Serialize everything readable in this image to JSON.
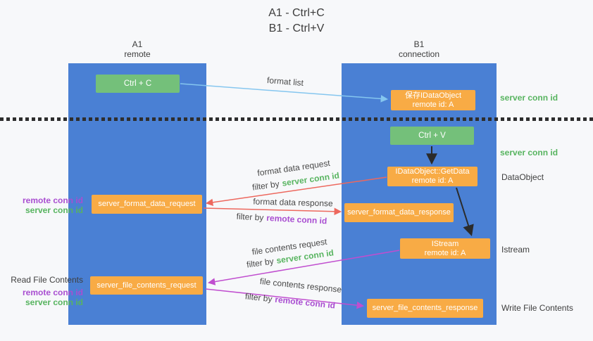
{
  "title": {
    "line1": "A1 - Ctrl+C",
    "line2": "B1 - Ctrl+V"
  },
  "lifelines": {
    "left": {
      "name": "A1",
      "role": "remote"
    },
    "right": {
      "name": "B1",
      "role": "connection"
    }
  },
  "nodes": {
    "ctrl_c": {
      "label": "Ctrl + C"
    },
    "ctrl_v": {
      "label": "Ctrl + V"
    },
    "save_dataobject": {
      "line1": "保存IDataObject",
      "line2": "remote id: A"
    },
    "getdata": {
      "line1": "IDataObject::GetData",
      "line2": "remote id: A"
    },
    "istream": {
      "line1": "IStream",
      "line2": "remote id: A"
    },
    "format_request": {
      "label": "server_format_data_request"
    },
    "format_response": {
      "label": "server_format_data_response"
    },
    "file_request": {
      "label": "server_file_contents_request"
    },
    "file_response": {
      "label": "server_file_contents_response"
    }
  },
  "arrows": {
    "format_list": {
      "label": "format list"
    },
    "format_data_request": {
      "label": "format data request",
      "filter_prefix": "filter by",
      "filter_key": "server conn id"
    },
    "format_data_response": {
      "label": "format data response",
      "filter_prefix": "filter by",
      "filter_key": "remote conn id"
    },
    "file_contents_request": {
      "label": "file contents request",
      "filter_prefix": "filter by",
      "filter_key": "server conn id"
    },
    "file_contents_response": {
      "label": "file contents response",
      "filter_prefix": "filter by",
      "filter_key": "remote conn id"
    }
  },
  "side_labels": {
    "server_conn_id_top": "server conn id",
    "server_conn_id_mid": "server conn id",
    "dataobject": "DataObject",
    "istream": "Istream",
    "write_file_contents": "Write File Contents",
    "read_file_contents": "Read File Contents",
    "left_group1": {
      "remote": "remote conn id",
      "server": "server conn id"
    },
    "left_group2": {
      "remote": "remote conn id",
      "server": "server conn id"
    }
  },
  "colors": {
    "column_blue": "#4a80d4",
    "box_green": "#74c07a",
    "box_orange": "#f8ab45",
    "arrow_blue": "#85c6ef",
    "arrow_red": "#ed685e",
    "arrow_magenta": "#c04ecf",
    "arrow_black": "#2b2b2b",
    "text_green": "#57b45f",
    "text_purple": "#a94ed1"
  }
}
